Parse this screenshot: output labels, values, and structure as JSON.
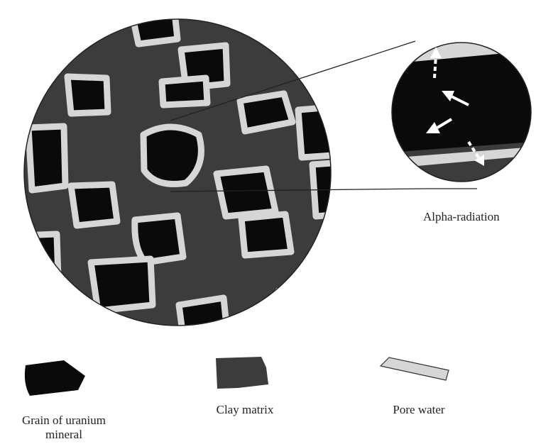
{
  "labels": {
    "alpha_radiation": "Alpha-radiation",
    "grain": "Grain of uranium mineral",
    "grain_line1": "Grain of uranium",
    "grain_line2": "mineral",
    "clay": "Clay matrix",
    "pore_water": "Pore water"
  },
  "colors": {
    "uranium_grain": "#0a0a0a",
    "clay_matrix": "#3c3c3c",
    "pore_water": "#d6d6d6",
    "background": "#ffffff"
  }
}
